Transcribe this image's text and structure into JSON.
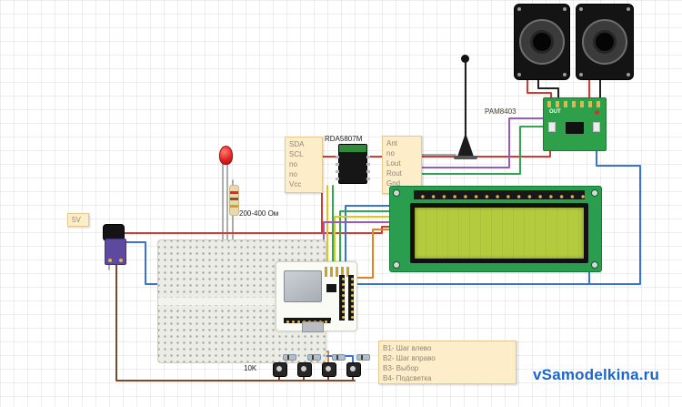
{
  "diagram": {
    "watermark": "vSamodelkina.ru",
    "labels": {
      "pam8403": "PAM8403",
      "pam_marking": "OUT",
      "rda5807m": "RDA5807M",
      "resistor_value": "200-400 Ом",
      "power": "5V",
      "buttons_resistors": "10K"
    },
    "radio_pin_note_left": {
      "lines": [
        "SDA",
        "SCL",
        "no",
        "no",
        "Vcc"
      ]
    },
    "radio_pin_note_right": {
      "lines": [
        "Ant",
        "no",
        "Lout",
        "Rout",
        "Gnd"
      ]
    },
    "buttons_note": {
      "lines": [
        "В1- Шаг влево",
        "В2- Шаг вправо",
        "В3- Выбор",
        "В4- Подсветка"
      ]
    },
    "colors": {
      "wire_red": "#d43a2e",
      "wire_blue": "#3874d8",
      "wire_green": "#31a84f",
      "wire_yellow": "#e3c51c",
      "wire_purple": "#9a5bc0",
      "wire_orange": "#e8821e",
      "wire_brown": "#7a4a2a",
      "wire_black": "#222222",
      "note_bg": "#fdeec9",
      "pcb_green": "#2fa04a",
      "lcd_screen": "#b5cb3e",
      "watermark_blue": "#1b66cc"
    }
  }
}
